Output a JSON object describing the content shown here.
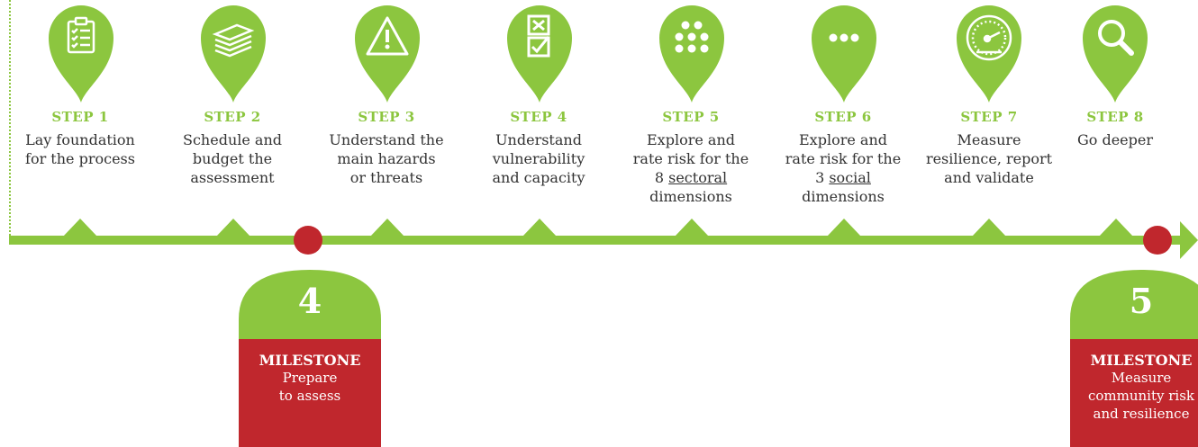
{
  "colors": {
    "green": "#8cc63f",
    "red": "#c0272d",
    "text": "#333333"
  },
  "steps": [
    {
      "title": "STEP 1",
      "icon": "clipboard-checklist-icon",
      "lines": [
        "Lay foundation",
        "for the process"
      ]
    },
    {
      "title": "STEP 2",
      "icon": "money-stack-icon",
      "lines": [
        "Schedule and",
        "budget the",
        "assessment"
      ]
    },
    {
      "title": "STEP 3",
      "icon": "warning-triangle-icon",
      "lines": [
        "Understand the",
        "main hazards",
        "or threats"
      ]
    },
    {
      "title": "STEP 4",
      "icon": "checkbox-icon",
      "lines": [
        "Understand",
        "vulnerability",
        "and capacity"
      ]
    },
    {
      "title": "STEP 5",
      "icon": "dot-grid-icon",
      "lines": [
        "Explore and",
        "rate risk for the",
        "8 ",
        "sectoral",
        "dimensions"
      ]
    },
    {
      "title": "STEP 6",
      "icon": "ellipsis-icon",
      "lines": [
        "Explore and",
        "rate risk for the",
        "3 ",
        "social",
        "dimensions"
      ]
    },
    {
      "title": "STEP 7",
      "icon": "gauge-icon",
      "lines": [
        "Measure",
        "resilience, report",
        "and validate"
      ]
    },
    {
      "title": "STEP 8",
      "icon": "magnifier-icon",
      "lines": [
        "Go deeper"
      ]
    }
  ],
  "milestones": [
    {
      "number": "4",
      "label": "MILESTONE",
      "lines": [
        "Prepare",
        "to assess"
      ]
    },
    {
      "number": "5",
      "label": "MILESTONE",
      "lines": [
        "Measure",
        "community risk",
        "and resilience"
      ]
    }
  ]
}
